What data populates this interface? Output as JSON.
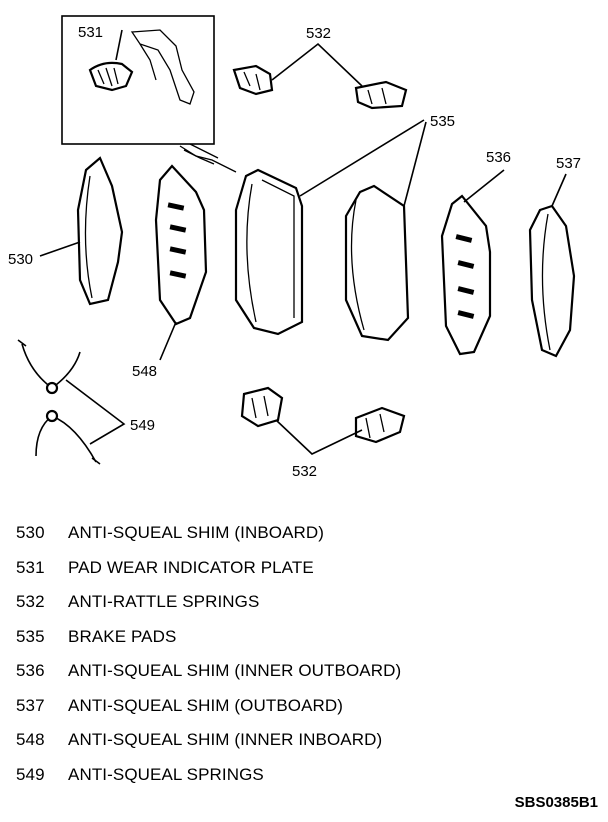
{
  "callouts": {
    "c530": "530",
    "c531": "531",
    "c532_top": "532",
    "c532_bottom": "532",
    "c535": "535",
    "c536": "536",
    "c537": "537",
    "c548": "548",
    "c549": "549"
  },
  "legend": [
    {
      "num": "530",
      "desc": "ANTI-SQUEAL SHIM (INBOARD)"
    },
    {
      "num": "531",
      "desc": "PAD WEAR INDICATOR PLATE"
    },
    {
      "num": "532",
      "desc": "ANTI-RATTLE SPRINGS"
    },
    {
      "num": "535",
      "desc": "BRAKE PADS"
    },
    {
      "num": "536",
      "desc": "ANTI-SQUEAL SHIM (INNER OUTBOARD)"
    },
    {
      "num": "537",
      "desc": "ANTI-SQUEAL SHIM (OUTBOARD)"
    },
    {
      "num": "548",
      "desc": "ANTI-SQUEAL SHIM (INNER INBOARD)"
    },
    {
      "num": "549",
      "desc": "ANTI-SQUEAL SPRINGS"
    }
  ],
  "figure_id": "SBS0385B1"
}
